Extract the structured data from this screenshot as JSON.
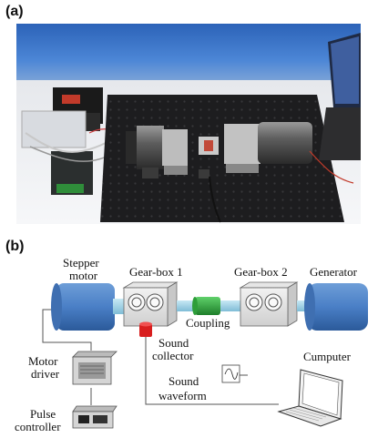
{
  "panel_a": {
    "label": "(a)"
  },
  "panel_b": {
    "label": "(b)",
    "components": {
      "stepper_motor": [
        "Stepper",
        "motor"
      ],
      "gearbox1": "Gear-box 1",
      "gearbox2": "Gear-box 2",
      "generator": "Generator",
      "coupling": "Coupling",
      "sound_collector": [
        "Sound",
        "collector"
      ],
      "motor_driver": [
        "Motor",
        "driver"
      ],
      "sound_waveform": [
        "Sound",
        "waveform"
      ],
      "computer": "Cumputer",
      "pulse_controller": [
        "Pulse",
        "controller"
      ]
    }
  },
  "colors": {
    "motor_blue": "#4a7fc6",
    "shaft_cyan": "#9fd4e8",
    "coupling_green": "#2e9e3a",
    "sensor_red": "#d81e1e",
    "table_black": "#1d1d1f",
    "desk_white": "#eef0f3"
  },
  "icons": [
    "photo-experimental-rig",
    "gearbox-icon",
    "motor-icon",
    "microphone-icon",
    "laptop-icon",
    "waveform-icon",
    "driver-box-icon",
    "controller-box-icon"
  ]
}
